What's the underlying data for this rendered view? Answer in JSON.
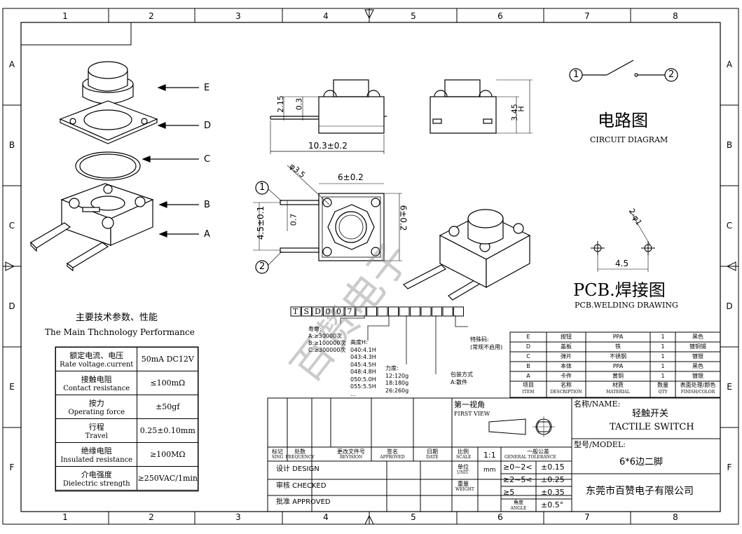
{
  "border_numbers": [
    "1",
    "2",
    "3",
    "4",
    "5",
    "6",
    "7",
    "8"
  ],
  "border_letters": [
    "A",
    "B",
    "C",
    "D",
    "E",
    "F"
  ],
  "exploded_labels": [
    "E",
    "D",
    "C",
    "B",
    "A"
  ],
  "dims": {
    "d_215": "2.15",
    "d_03": "0.3",
    "d_width": "10.3±0.2",
    "d_H": "H",
    "d_345": "3.45",
    "d_phi35": "φ3.5",
    "d_6top": "6±0.2",
    "d_6side": "6±0.2",
    "d_45": "4.5±0.1",
    "d_07": "0.7",
    "pin1": "1",
    "pin2": "2",
    "pcb_phi": "2-φ1",
    "pcb_45": "4.5"
  },
  "circuit": {
    "cn": "电路图",
    "en": "CIRCUIT DIAGRAM",
    "p1": "1",
    "p2": "2"
  },
  "pcb": {
    "cn": "PCB.焊接图",
    "en": "PCB.WELDING DRAWING"
  },
  "watermark": "百赞电子",
  "performance": {
    "title_cn": "主要技术参数、性能",
    "title_en": "The Main Thchnology Performance",
    "rows": [
      {
        "cn": "额定电流、电压",
        "en": "Rate voltage.current",
        "value": "50mA DC12V"
      },
      {
        "cn": "接触电阻",
        "en": "Contact resistance",
        "value": "≤100mΩ"
      },
      {
        "cn": "按力",
        "en": "Operating force",
        "value": "±50gf"
      },
      {
        "cn": "行程",
        "en": "Travel",
        "value": "0.25±0.10mm"
      },
      {
        "cn": "绝缘电阻",
        "en": "Insulated resistance",
        "value": "≥100MΩ"
      },
      {
        "cn": "介电强度",
        "en": "Dielectric strength",
        "value": "≥250VAC/1min"
      }
    ]
  },
  "part_number": {
    "code": [
      "T",
      "S",
      "D",
      "0",
      "0",
      "7"
    ],
    "life_title": "寿命:",
    "life": [
      "A:≥30000次",
      "B:≥100000次",
      "C:≥300000次"
    ],
    "height_title": "高度H:",
    "height": [
      "040:4.1H",
      "043:4.3H",
      "045:4.5H",
      "048:4.8H",
      "050:5.0H",
      "055:5.5H",
      "..."
    ],
    "force_title": "力度:",
    "force": [
      "12:120g",
      "18:180g",
      "26:260g"
    ],
    "pack_title": "包装方式",
    "pack": [
      "A:散件"
    ],
    "special_title": "特殊码:",
    "special": [
      "(常规不启用)"
    ]
  },
  "bom": {
    "rows": [
      [
        "E",
        "按钮",
        "PPA",
        "1",
        "黑色"
      ],
      [
        "D",
        "盖板",
        "铁",
        "1",
        "镀铜锡"
      ],
      [
        "C",
        "弹片",
        "不锈钢",
        "1",
        "镀银"
      ],
      [
        "B",
        "本体",
        "PPA",
        "1",
        "黑色"
      ],
      [
        "A",
        "卡件",
        "黄铜",
        "1",
        "镀银"
      ]
    ],
    "header": [
      {
        "cn": "项目",
        "en": "ITEM"
      },
      {
        "cn": "名称",
        "en": "DESCRIPTION"
      },
      {
        "cn": "材质",
        "en": "MATERIAL"
      },
      {
        "cn": "数量",
        "en": "QTY"
      },
      {
        "cn": "表面处理/颜色",
        "en": "FINISH/COLOR"
      }
    ]
  },
  "title_block": {
    "first_view_cn": "第一视角",
    "first_view_en": "FIRST VIEW",
    "name_label": "名称/NAME:",
    "name_cn": "轻触开关",
    "name_en": "TACTILE SWITCH",
    "model_label": "型号/MODEL:",
    "model": "6*6边二脚",
    "company": "东莞市百赞电子有限公司",
    "rev_headers": [
      {
        "cn": "标记",
        "en": "SING"
      },
      {
        "cn": "处数",
        "en": "FREQUENCY"
      },
      {
        "cn": "更改文件号",
        "en": "REVISION"
      },
      {
        "cn": "签名",
        "en": "APPROVED"
      },
      {
        "cn": "日期",
        "en": "DATE"
      }
    ],
    "scale_cn": "比例",
    "scale_en": "SCALE",
    "scale": "1:1",
    "unit_cn": "单位",
    "unit_en": "UNIT",
    "unit": "mm",
    "weight_cn": "重量",
    "weight_en": "WEIGHT",
    "tol_cn": "一般公差",
    "tol_en": "GENERAL TOLERANCE",
    "tolerances": [
      {
        "range": "≥0~2<",
        "val": "±0.15"
      },
      {
        "range": "≥2~5<",
        "val": "±0.25"
      },
      {
        "range": "≥5",
        "val": "±0.35"
      },
      {
        "range": "角度 ANGLE",
        "val": "±0.5°"
      }
    ],
    "design": "设计 DESIGN",
    "check": "审核 CHECKED",
    "approve": "批准 APPROVED"
  }
}
